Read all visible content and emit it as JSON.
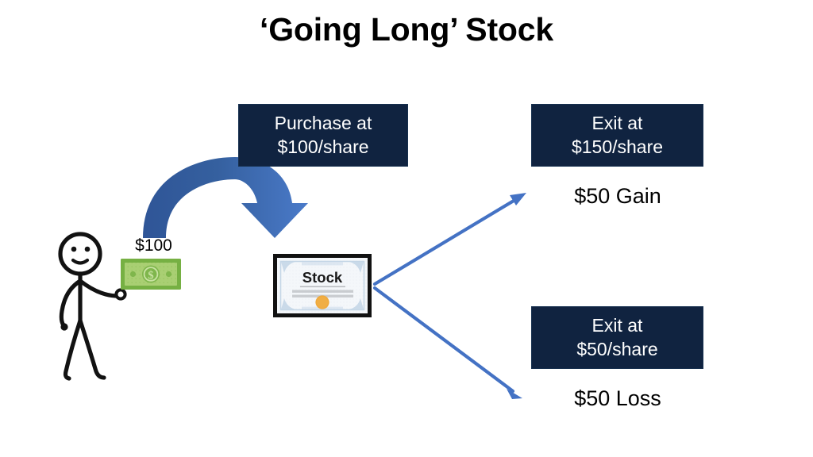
{
  "slide": {
    "title": "‘Going Long’ Stock",
    "background_color": "#ffffff"
  },
  "colors": {
    "navy_box": "#102340",
    "box_text": "#ffffff",
    "arrow_blue": "#4472C4",
    "arrow_blue_dark": "#2E5496",
    "money_green_border": "#76B043",
    "money_green_fill": "#A9CF73",
    "money_green_symbol": "#7EB34A",
    "seal_orange": "#EFA93C",
    "certificate_border": "#111111",
    "certificate_fill": "#F2F5F8",
    "text_black": "#000000"
  },
  "boxes": {
    "purchase": {
      "line1": "Purchase at",
      "line2": "$100/share"
    },
    "exit_high": {
      "line1": "Exit at",
      "line2": "$150/share"
    },
    "exit_low": {
      "line1": "Exit at",
      "line2": "$50/share"
    }
  },
  "outcomes": {
    "gain": "$50 Gain",
    "loss": "$50 Loss"
  },
  "money": {
    "amount_label": "$100",
    "bill_symbol": "$"
  },
  "certificate": {
    "title": "Stock"
  },
  "icons": {
    "stick_figure": "stick-figure-icon",
    "money_bill": "money-bill-icon",
    "stock_certificate": "stock-certificate-icon",
    "curved_arrow": "curved-arrow-icon",
    "arrow_up_right": "arrow-up-right-icon",
    "arrow_down_right": "arrow-down-right-icon"
  }
}
